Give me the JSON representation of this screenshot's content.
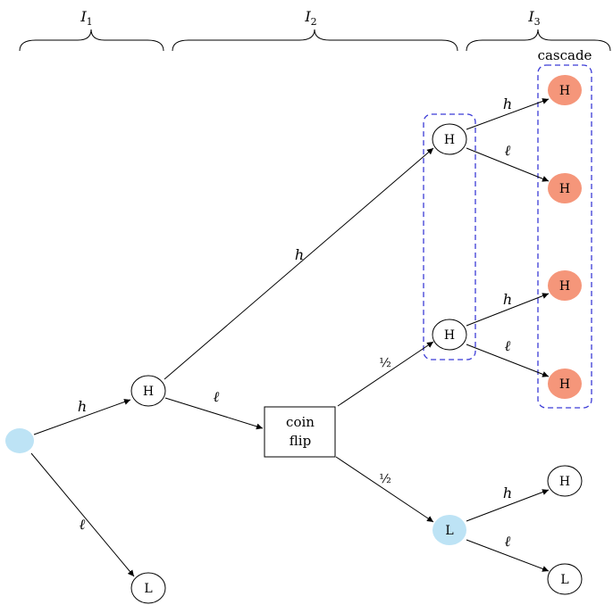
{
  "intervals": {
    "i1": {
      "name": "I",
      "sub": "1"
    },
    "i2": {
      "name": "I",
      "sub": "2"
    },
    "i3": {
      "name": "I",
      "sub": "3"
    }
  },
  "cascade_label": "cascade",
  "nodes": {
    "h_first": "H",
    "l_first": "L",
    "h_upper": "H",
    "h_middle": "H",
    "l_lower": "L",
    "cascade_1": "H",
    "cascade_2": "H",
    "cascade_3": "H",
    "cascade_4": "H",
    "h_end": "H",
    "l_end": "L"
  },
  "coin_flip": {
    "line1": "coin",
    "line2": "flip"
  },
  "edge_labels": {
    "root_h": "h",
    "root_l": "ℓ",
    "h_to_upper": "h",
    "h_to_coin": "ℓ",
    "coin_upper": "½",
    "coin_lower": "½",
    "upper_h": "h",
    "upper_l": "ℓ",
    "middle_h": "h",
    "middle_l": "ℓ",
    "lower_h": "h",
    "lower_l": "ℓ"
  },
  "colors": {
    "blue_node": "#bde3f5",
    "orange_node": "#f5967a",
    "dashed_box": "#3b3bd6"
  }
}
